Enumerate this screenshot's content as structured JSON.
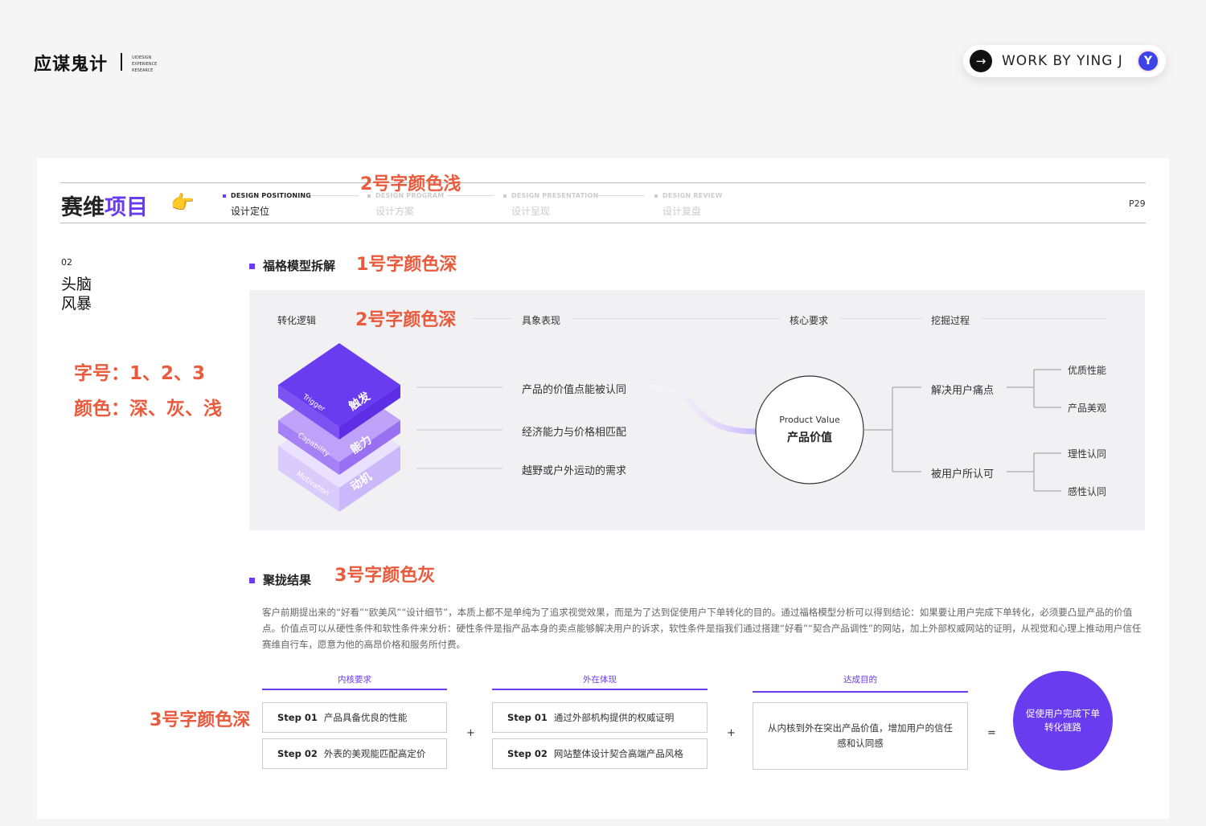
{
  "brand": {
    "name": "应谋鬼计",
    "sub": [
      "UIDESIGN",
      "EXPERIENCE",
      "RESEARCE"
    ]
  },
  "work_pill": {
    "text": "WORK BY YING J",
    "arrow": "→",
    "logo_glyph": "Y"
  },
  "header": {
    "title_main": "赛维",
    "title_highlight": "项目",
    "hand_glyph": "👉",
    "page": "P29",
    "nav": [
      {
        "en": "DESIGN POSITIONING",
        "cn": "设计定位"
      },
      {
        "en": "DESIGN PROGRAM",
        "cn": "设计方案"
      },
      {
        "en": "DESIGN PRESENTATION",
        "cn": "设计呈现"
      },
      {
        "en": "DESIGN REVIEW",
        "cn": "设计复盘"
      }
    ]
  },
  "left": {
    "num": "02",
    "title_l1": "头脑",
    "title_l2": "风暴"
  },
  "annotations": {
    "a1": "2号字颜色浅",
    "a2": "1号字颜色深",
    "a3": "2号字颜色深",
    "a4": "3号字颜色灰",
    "a5": "3号字颜色深",
    "note1": "字号：1、2、3",
    "note2": "颜色：深、灰、浅"
  },
  "section1": {
    "title": "福格模型拆解",
    "col_heads": [
      "转化逻辑",
      "具象表现",
      "核心要求",
      "挖掘过程"
    ],
    "cube": [
      {
        "en": "Trigger",
        "cn": "触发"
      },
      {
        "en": "Capability",
        "cn": "能力"
      },
      {
        "en": "Motivation",
        "cn": "动机"
      }
    ],
    "manifest": [
      "产品的价值点能被认同",
      "经济能力与价格相匹配",
      "越野或户外运动的需求"
    ],
    "core_en": "Product Value",
    "core_cn": "产品价值",
    "process": [
      {
        "label": "解决用户痛点",
        "leaves": [
          "优质性能",
          "产品美观"
        ]
      },
      {
        "label": "被用户所认可",
        "leaves": [
          "理性认同",
          "感性认同"
        ]
      }
    ]
  },
  "section2": {
    "title": "聚拢结果",
    "summary": "客户前期提出来的“好看”“欧美风”“设计细节”，本质上都不是单纯为了追求视觉效果，而是为了达到促使用户下单转化的目的。通过福格模型分析可以得到结论：如果要让用户完成下单转化，必须要凸显产品的价值点。价值点可以从硬性条件和软性条件来分析：硬性条件是指产品本身的卖点能够解决用户的诉求，软性条件是指我们通过搭建“好看”“契合产品调性”的网站，加上外部权威网站的证明，从视觉和心理上推动用户信任赛维自行车，愿意为他的高昂价格和服务所付费。",
    "columns": [
      {
        "label": "内核要求",
        "steps": [
          {
            "step": "Step 01",
            "text": "产品具备优良的性能"
          },
          {
            "step": "Step 02",
            "text": "外表的美观能匹配高定价"
          }
        ]
      },
      {
        "label": "外在体现",
        "steps": [
          {
            "step": "Step 01",
            "text": "通过外部机构提供的权威证明"
          },
          {
            "step": "Step 02",
            "text": "网站整体设计契合高端产品风格"
          }
        ]
      },
      {
        "label": "达成目的",
        "goal": "从内核到外在突出产品价值，增加用户的信任感和认同感"
      }
    ],
    "plus": "+",
    "equals": "=",
    "final": "促使用户完成下单转化链路"
  },
  "colors": {
    "accent": "#6a3cf0",
    "annotation": "#ea5a3c"
  }
}
